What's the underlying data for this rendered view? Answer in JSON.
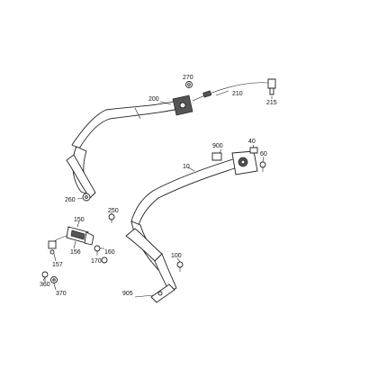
{
  "labels": {
    "l200": "200",
    "l210": "210",
    "l215": "215",
    "l270": "270",
    "l900": "900",
    "l40": "40",
    "l60": "60",
    "l10": "10",
    "l260": "260",
    "l250": "250",
    "l150": "150",
    "l156": "156",
    "l157": "157",
    "l160": "160",
    "l170": "170",
    "l100": "100",
    "l360": "360",
    "l370": "370",
    "l905": "905"
  }
}
